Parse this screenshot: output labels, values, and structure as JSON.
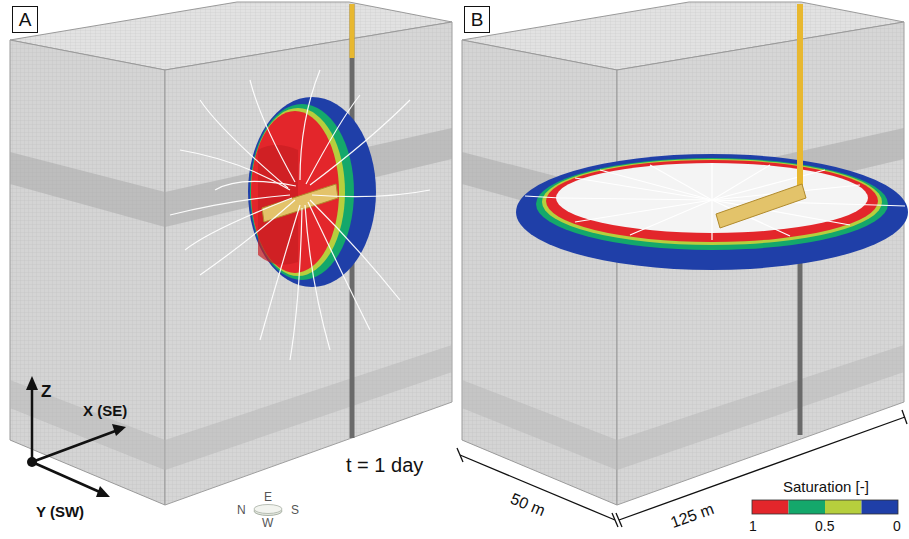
{
  "diagram": {
    "nodes": [
      {
        "text": [
          "A"
        ]
      },
      {
        "text": [
          "B"
        ]
      }
    ],
    "labels": [
      "Z",
      "X (SE)",
      "Y (SW)",
      "t = 1 day",
      "N",
      "E",
      "W",
      "S",
      "50 m",
      "125 m",
      "Saturation [-]",
      "1",
      "0.5",
      "0"
    ]
  }
}
